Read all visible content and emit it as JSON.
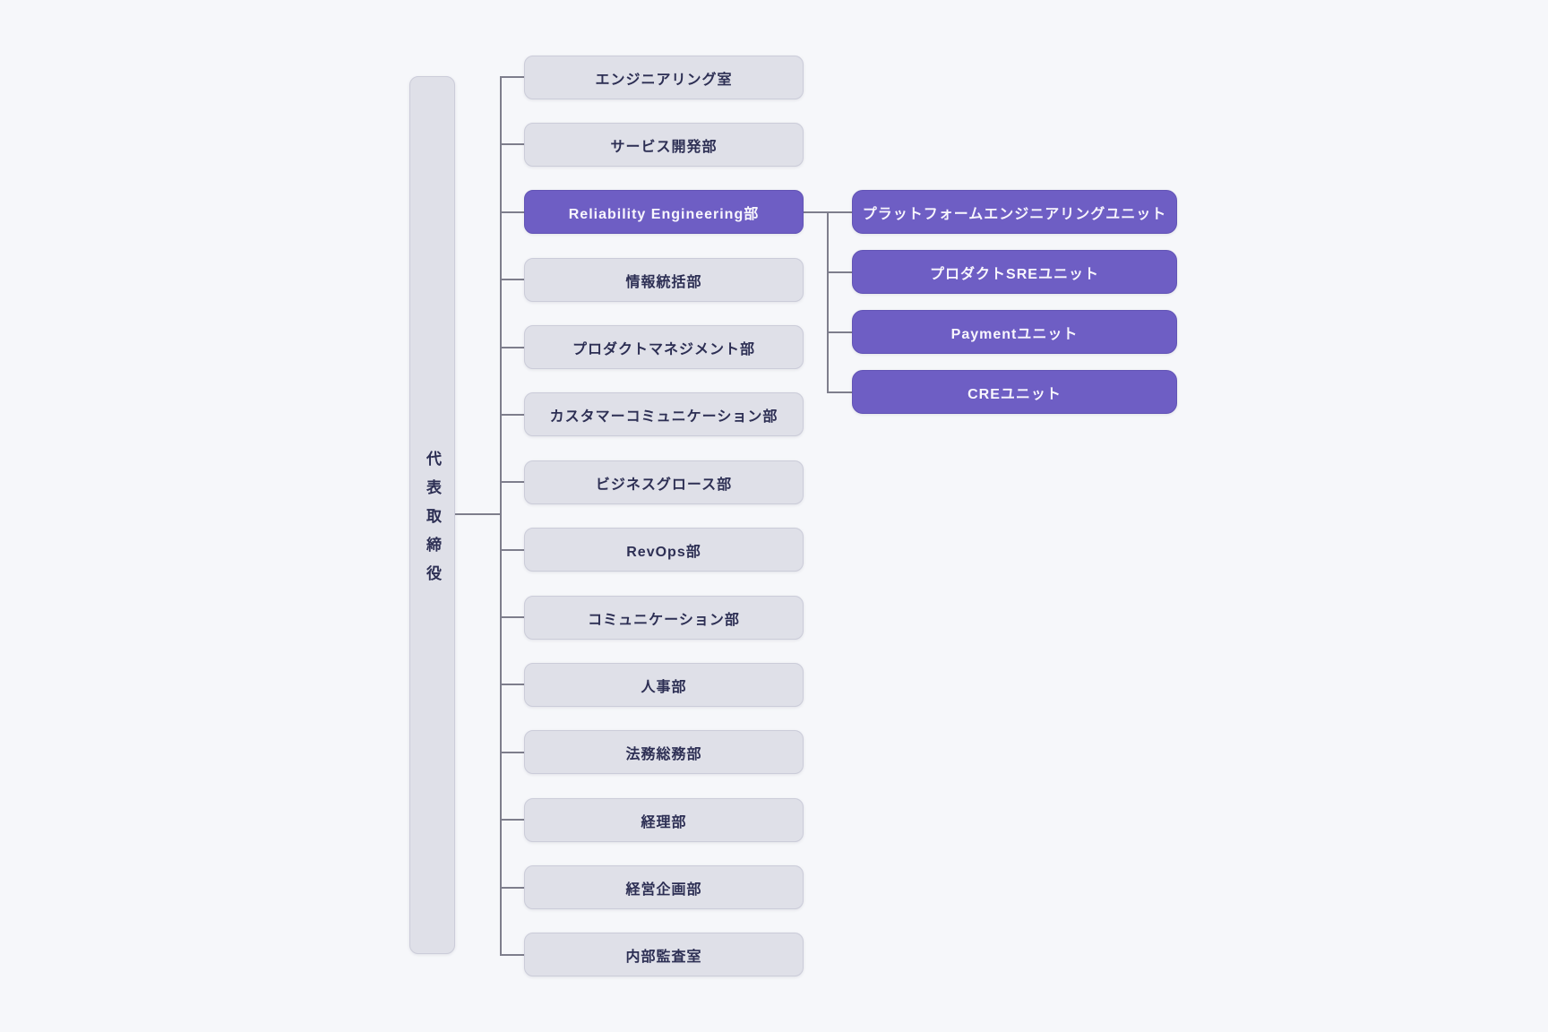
{
  "org_chart": {
    "type": "org-tree",
    "root": {
      "label": "代表取締役"
    },
    "departments": [
      {
        "label": "エンジニアリング室",
        "highlighted": false
      },
      {
        "label": "サービス開発部",
        "highlighted": false
      },
      {
        "label": "Reliability Engineering部",
        "highlighted": true
      },
      {
        "label": "情報統括部",
        "highlighted": false
      },
      {
        "label": "プロダクトマネジメント部",
        "highlighted": false
      },
      {
        "label": "カスタマーコミュニケーション部",
        "highlighted": false
      },
      {
        "label": "ビジネスグロース部",
        "highlighted": false
      },
      {
        "label": "RevOps部",
        "highlighted": false
      },
      {
        "label": "コミュニケーション部",
        "highlighted": false
      },
      {
        "label": "人事部",
        "highlighted": false
      },
      {
        "label": "法務総務部",
        "highlighted": false
      },
      {
        "label": "経理部",
        "highlighted": false
      },
      {
        "label": "経営企画部",
        "highlighted": false
      },
      {
        "label": "内部監査室",
        "highlighted": false
      }
    ],
    "sub_units": {
      "parent": "Reliability Engineering部",
      "items": [
        {
          "label": "プラットフォームエンジニアリングユニット"
        },
        {
          "label": "プロダクトSREユニット"
        },
        {
          "label": "Paymentユニット"
        },
        {
          "label": "CREユニット"
        }
      ]
    },
    "colors": {
      "background": "#f6f7fa",
      "node_fill": "#dfe0e8",
      "node_border": "#cbccd9",
      "highlight_fill": "#6e5ec4",
      "highlight_border": "#6254b6",
      "text": "#2d2f54",
      "highlight_text": "#f8f6fd",
      "line": "#7e7e8c"
    }
  }
}
